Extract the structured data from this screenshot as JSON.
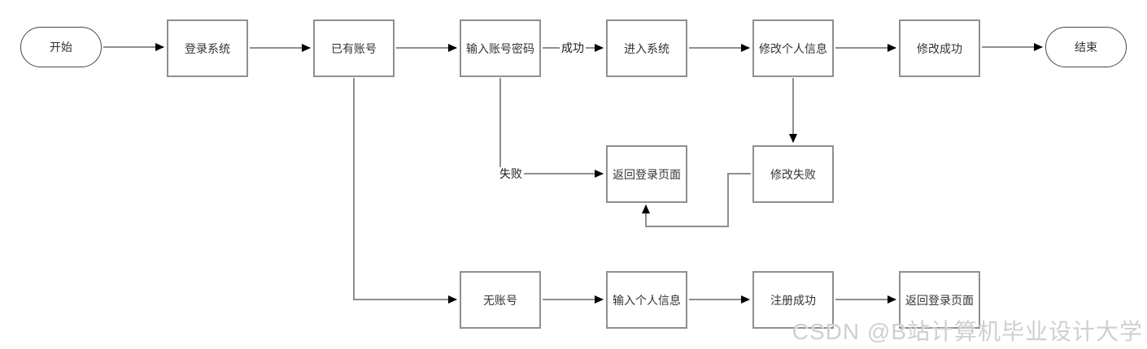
{
  "nodes": [
    {
      "id": "start",
      "label": "开始",
      "shape": "stadium"
    },
    {
      "id": "login-system",
      "label": "登录系统",
      "shape": "rect"
    },
    {
      "id": "has-account",
      "label": "已有账号",
      "shape": "rect"
    },
    {
      "id": "enter-credentials",
      "label": "输入账号密码",
      "shape": "rect"
    },
    {
      "id": "enter-system",
      "label": "进入系统",
      "shape": "rect"
    },
    {
      "id": "edit-personal-info",
      "label": "修改个人信息",
      "shape": "rect"
    },
    {
      "id": "edit-success",
      "label": "修改成功",
      "shape": "rect"
    },
    {
      "id": "end",
      "label": "结束",
      "shape": "stadium"
    },
    {
      "id": "return-login-page",
      "label": "返回登录页面",
      "shape": "rect"
    },
    {
      "id": "edit-fail",
      "label": "修改失败",
      "shape": "rect"
    },
    {
      "id": "no-account",
      "label": "无账号",
      "shape": "rect"
    },
    {
      "id": "enter-personal-info",
      "label": "输入个人信息",
      "shape": "rect"
    },
    {
      "id": "register-success",
      "label": "注册成功",
      "shape": "rect"
    },
    {
      "id": "return-login-page-2",
      "label": "返回登录页面",
      "shape": "rect"
    }
  ],
  "edge_labels": {
    "success": "成功",
    "fail": "失败"
  },
  "watermark": "CSDN @B站计算机毕业设计大学",
  "colors": {
    "connector": "#8f8f8f",
    "box_border": "#8f8f8f",
    "stadium_border": "#474747",
    "arrowhead": "#000000",
    "text": "#333333",
    "watermark": "#cfcfcf"
  }
}
